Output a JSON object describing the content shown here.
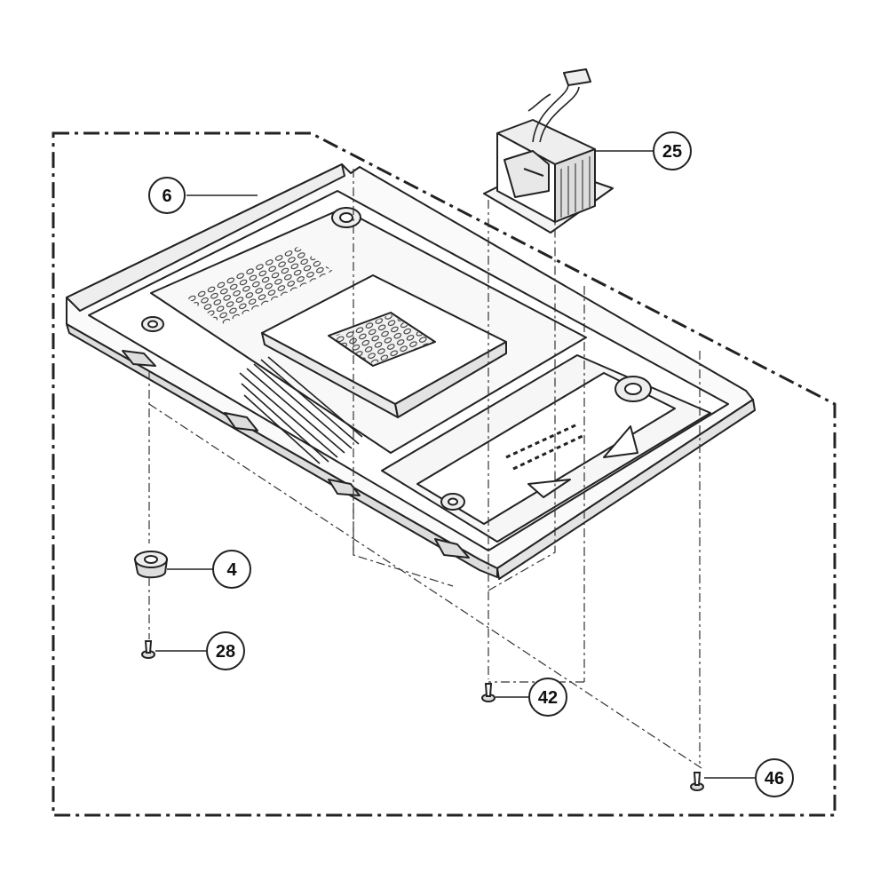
{
  "diagram": {
    "callouts": [
      {
        "id": "c6",
        "label": "6"
      },
      {
        "id": "c25",
        "label": "25"
      },
      {
        "id": "c4",
        "label": "4"
      },
      {
        "id": "c28",
        "label": "28"
      },
      {
        "id": "c42",
        "label": "42"
      },
      {
        "id": "c46",
        "label": "46"
      }
    ]
  },
  "colors": {
    "line": "#222222",
    "background": "#ffffff",
    "shade": "#e6e6e6"
  }
}
